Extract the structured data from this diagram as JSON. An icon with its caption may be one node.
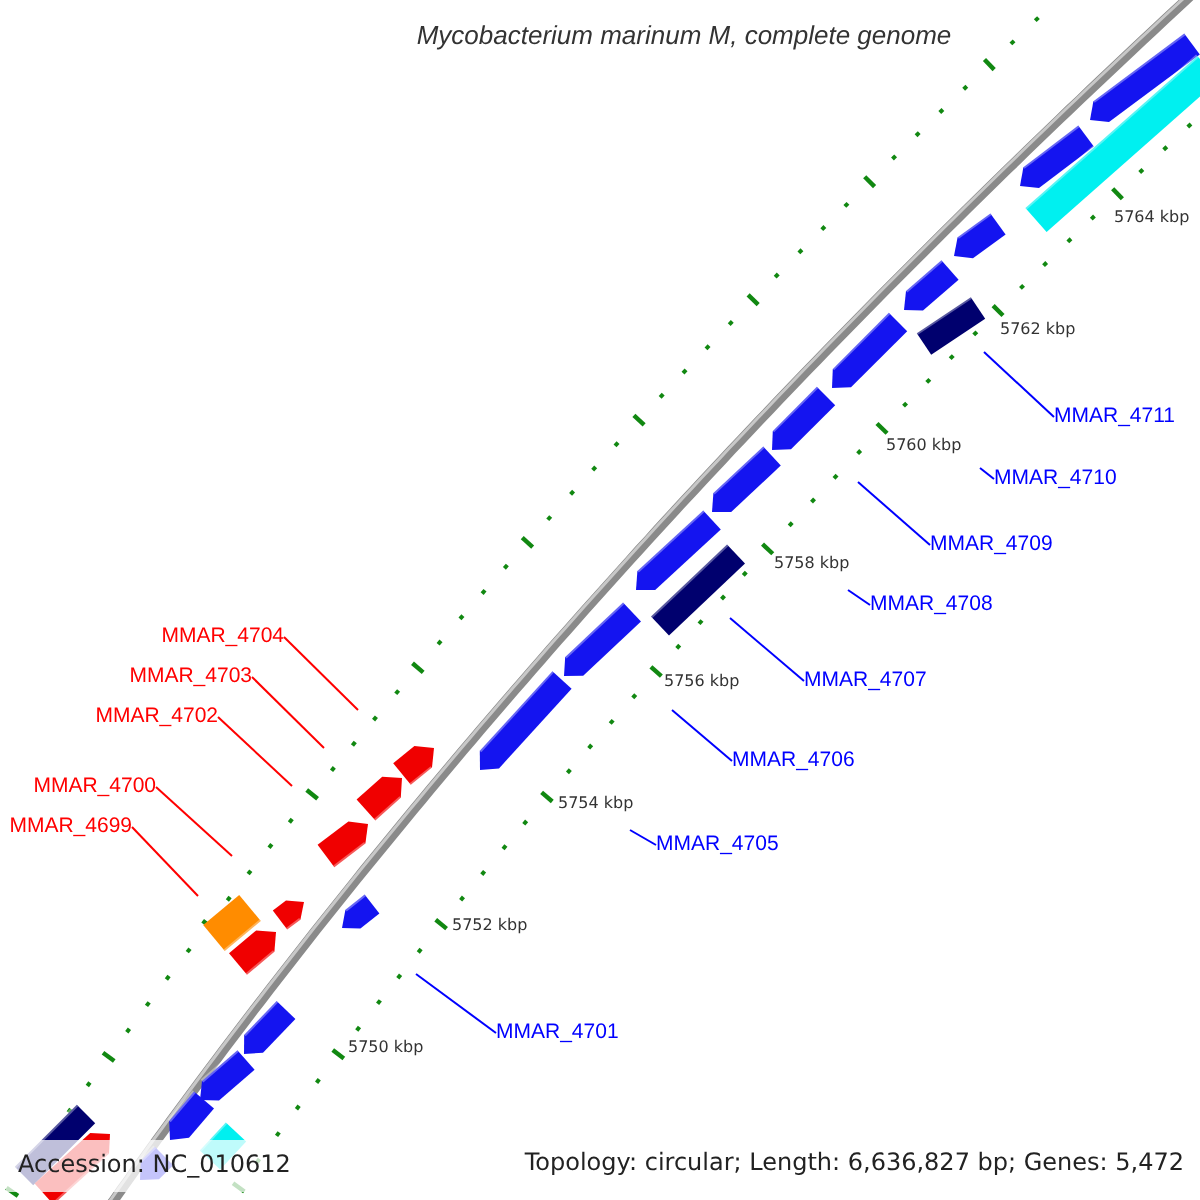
{
  "diagram": {
    "title": "Mycobacterium marinum M, complete genome",
    "nodes": [
      {
        "text": [
          "MMAR_4711"
        ]
      },
      {
        "text": [
          "MMAR_4710"
        ]
      },
      {
        "text": [
          "MMAR_4709"
        ]
      },
      {
        "text": [
          "MMAR_4708"
        ]
      },
      {
        "text": [
          "MMAR_4704"
        ]
      },
      {
        "text": [
          "MMAR_4703"
        ]
      },
      {
        "text": [
          "MMAR_4707"
        ]
      },
      {
        "text": [
          "MMAR_4702"
        ]
      },
      {
        "text": [
          "MMAR_4706"
        ]
      },
      {
        "text": [
          "MMAR_4700"
        ]
      },
      {
        "text": [
          "MMAR_4699"
        ]
      },
      {
        "text": [
          "MMAR_4705"
        ]
      },
      {
        "text": [
          "MMAR_4701"
        ]
      }
    ],
    "edges": [
      {
        "from": 0,
        "to": null,
        "arrow": "none"
      },
      {
        "from": 1,
        "to": null,
        "arrow": "none"
      },
      {
        "from": 2,
        "to": null,
        "arrow": "none"
      },
      {
        "from": 3,
        "to": null,
        "arrow": "none"
      },
      {
        "from": 4,
        "to": null,
        "arrow": "none",
        "color": "#ff0000"
      },
      {
        "from": 5,
        "to": null,
        "arrow": "none",
        "color": "#ff0000"
      },
      {
        "from": 6,
        "to": null,
        "arrow": "none"
      },
      {
        "from": 7,
        "to": null,
        "arrow": "none",
        "color": "#ff0000"
      },
      {
        "from": 8,
        "to": null,
        "arrow": "none"
      },
      {
        "from": 9,
        "to": null,
        "arrow": "none",
        "color": "#ff0000"
      },
      {
        "from": 10,
        "to": null,
        "arrow": "none",
        "color": "#ff0000"
      },
      {
        "from": 11,
        "to": null,
        "arrow": "none"
      },
      {
        "from": 12,
        "to": null,
        "arrow": "none"
      }
    ],
    "labels": [
      "5764 kbp",
      "5762 kbp",
      "5760 kbp",
      "5758 kbp",
      "5756 kbp",
      "5754 kbp",
      "5752 kbp",
      "5750 kbp",
      "Accession: NC_010612",
      "Topology: circular; Length: 6,636,827 bp; Genes: 5,472"
    ]
  }
}
